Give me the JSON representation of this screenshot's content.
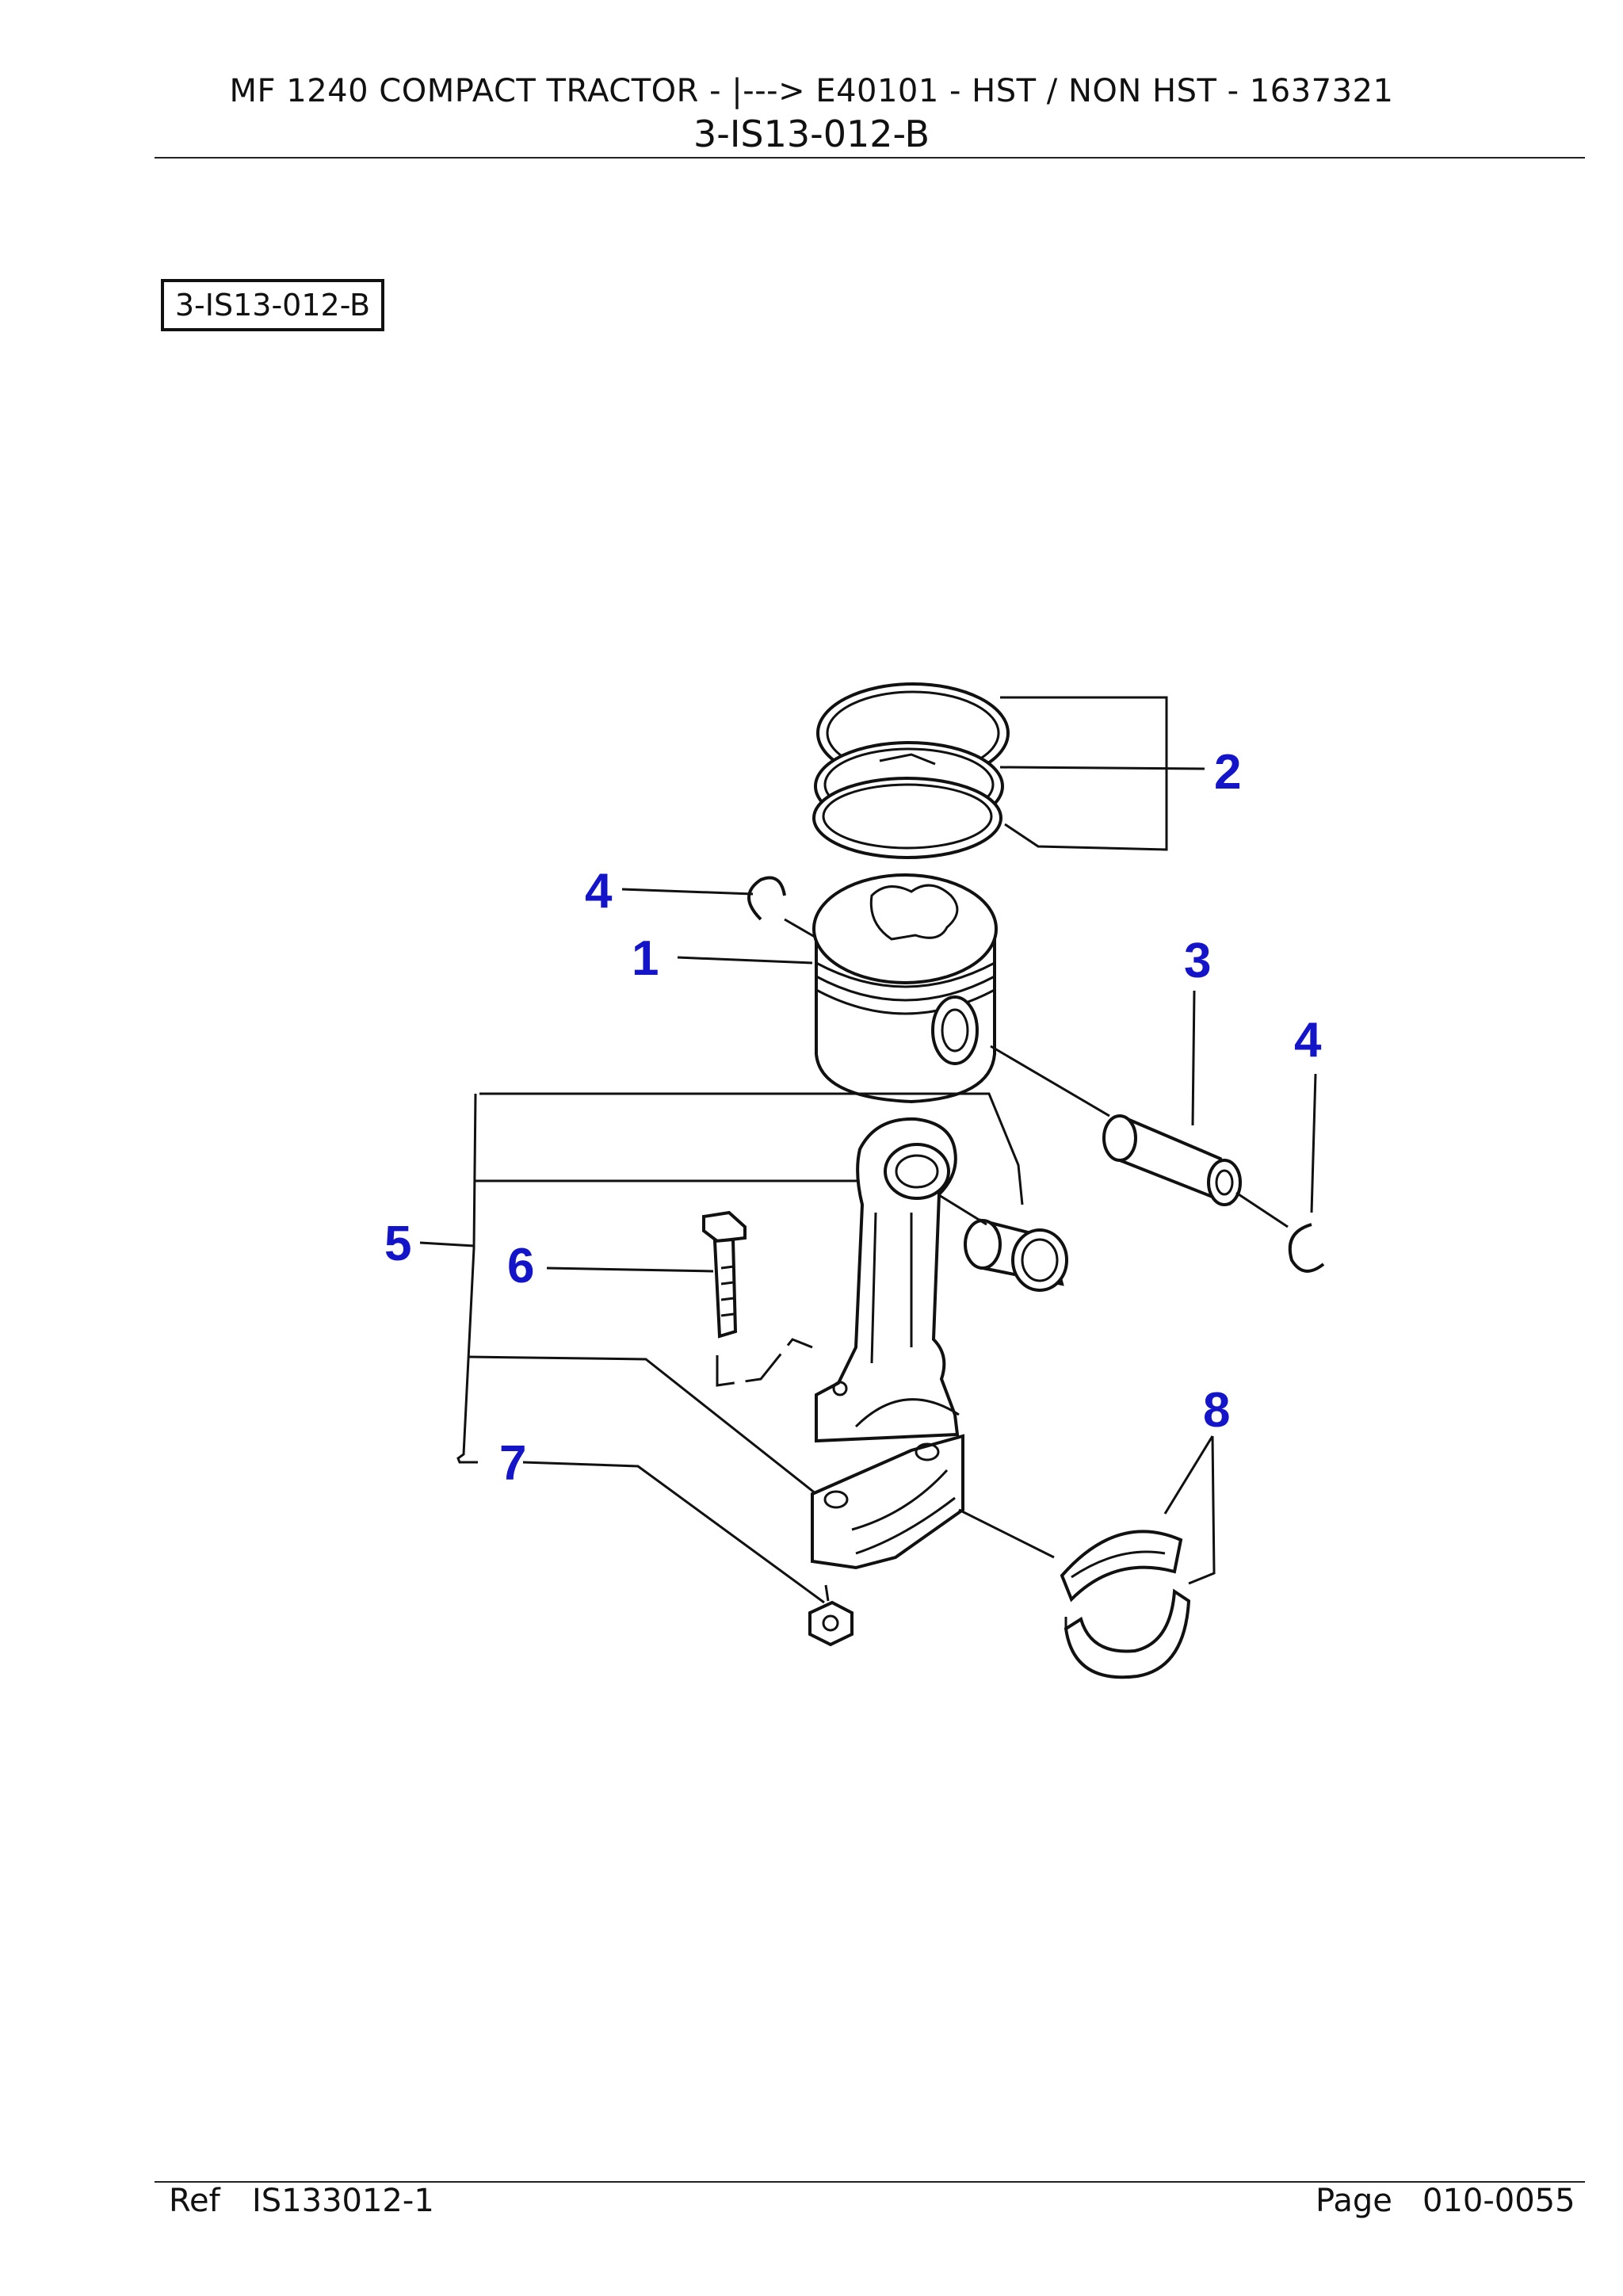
{
  "header": {
    "title": "MF 1240   COMPACT TRACTOR  -  |---> E40101  -  HST / NON HST - 1637321",
    "subtitle": "3-IS13-012-B"
  },
  "diagram": {
    "ref_box": "3-IS13-012-B",
    "callouts": {
      "c1": "1",
      "c2": "2",
      "c3": "3",
      "c4a": "4",
      "c4b": "4",
      "c5": "5",
      "c6": "6",
      "c7": "7",
      "c8": "8"
    },
    "callout_color": "#1414c8"
  },
  "footer": {
    "ref_label": "Ref",
    "ref_value": "IS133012-1",
    "page_label": "Page",
    "page_value": "010-0055"
  }
}
